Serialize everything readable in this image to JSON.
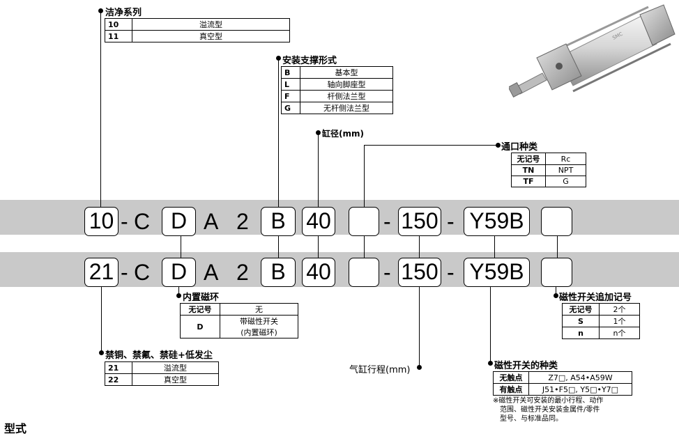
{
  "row1": {
    "prefix": "10",
    "c": "C",
    "d": "D",
    "a": "A",
    "n2": "2",
    "b": "B",
    "bore": "40",
    "port": "",
    "stroke": "150",
    "switch": "Y59B",
    "suffix": "",
    "dash": "-"
  },
  "row2": {
    "prefix": "21",
    "c": "C",
    "d": "D",
    "a": "A",
    "n2": "2",
    "b": "B",
    "bore": "40",
    "port": "",
    "stroke": "150",
    "switch": "Y59B",
    "suffix": "",
    "dash": "-"
  },
  "clean": {
    "title": "洁净系列",
    "rows": [
      {
        "k": "10",
        "v": "溢流型"
      },
      {
        "k": "11",
        "v": "真空型"
      }
    ]
  },
  "mount": {
    "title": "安装支撑形式",
    "rows": [
      {
        "k": "B",
        "v": "基本型"
      },
      {
        "k": "L",
        "v": "轴向脚座型"
      },
      {
        "k": "F",
        "v": "杆侧法兰型"
      },
      {
        "k": "G",
        "v": "无杆侧法兰型"
      }
    ]
  },
  "bore_label": "缸径(mm)",
  "port": {
    "title": "通口种类",
    "rows": [
      {
        "k": "无记号",
        "v": "Rc"
      },
      {
        "k": "TN",
        "v": "NPT"
      },
      {
        "k": "TF",
        "v": "G"
      }
    ]
  },
  "magnet": {
    "title": "内置磁环",
    "rows": [
      {
        "k": "无记号",
        "v": "无"
      },
      {
        "k": "D",
        "v": "带磁性开关",
        "v2": "(内置磁环)"
      }
    ]
  },
  "copper": {
    "title": "禁铜、禁氟、禁硅+低发尘",
    "rows": [
      {
        "k": "21",
        "v": "溢流型"
      },
      {
        "k": "22",
        "v": "真空型"
      }
    ]
  },
  "stroke_label": "气缸行程(mm)",
  "sw_kind": {
    "title": "磁性开关的种类",
    "rows": [
      {
        "k": "无触点",
        "v": "Z7□, A54•A59W"
      },
      {
        "k": "有触点",
        "v": "J51•F5□, Y5□•Y7□"
      }
    ],
    "note1": "※磁性开关可安装的最小行程、动作",
    "note2": "范围、磁性开关安装金属件/零件",
    "note3": "型号、与标准品同。"
  },
  "sw_num": {
    "title": "磁性开关追加记号",
    "rows": [
      {
        "k": "无记号",
        "v": "2个"
      },
      {
        "k": "S",
        "v": "1个"
      },
      {
        "k": "n",
        "v": "n个"
      }
    ]
  },
  "bottom_title": "型式"
}
